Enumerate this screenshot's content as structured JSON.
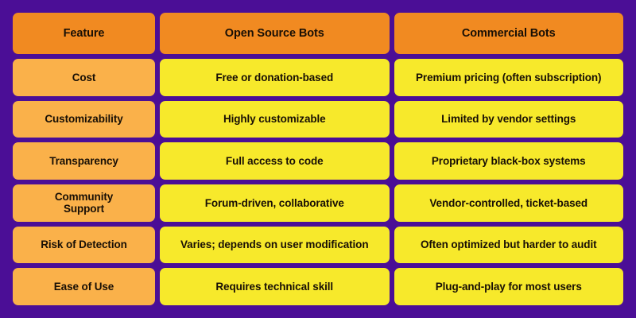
{
  "theme": {
    "background_color": "#4B0E96",
    "header_cell_color": "#F18A21",
    "feature_cell_color": "#FAB14A",
    "value_cell_color": "#F7E92B",
    "text_color": "#180F05"
  },
  "table": {
    "headers": [
      "Feature",
      "Open Source Bots",
      "Commercial Bots"
    ],
    "rows": [
      {
        "feature": "Cost",
        "open_source": "Free or donation-based",
        "commercial": "Premium pricing (often subscription)"
      },
      {
        "feature": "Customizability",
        "open_source": "Highly customizable",
        "commercial": "Limited by vendor settings"
      },
      {
        "feature": "Transparency",
        "open_source": "Full access to code",
        "commercial": "Proprietary black-box systems"
      },
      {
        "feature": "Community\nSupport",
        "open_source": "Forum-driven, collaborative",
        "commercial": "Vendor-controlled, ticket-based"
      },
      {
        "feature": "Risk of Detection",
        "open_source": "Varies; depends on user modification",
        "commercial": "Often optimized but harder to audit"
      },
      {
        "feature": "Ease of Use",
        "open_source": "Requires technical skill",
        "commercial": "Plug-and-play for most users"
      }
    ]
  }
}
